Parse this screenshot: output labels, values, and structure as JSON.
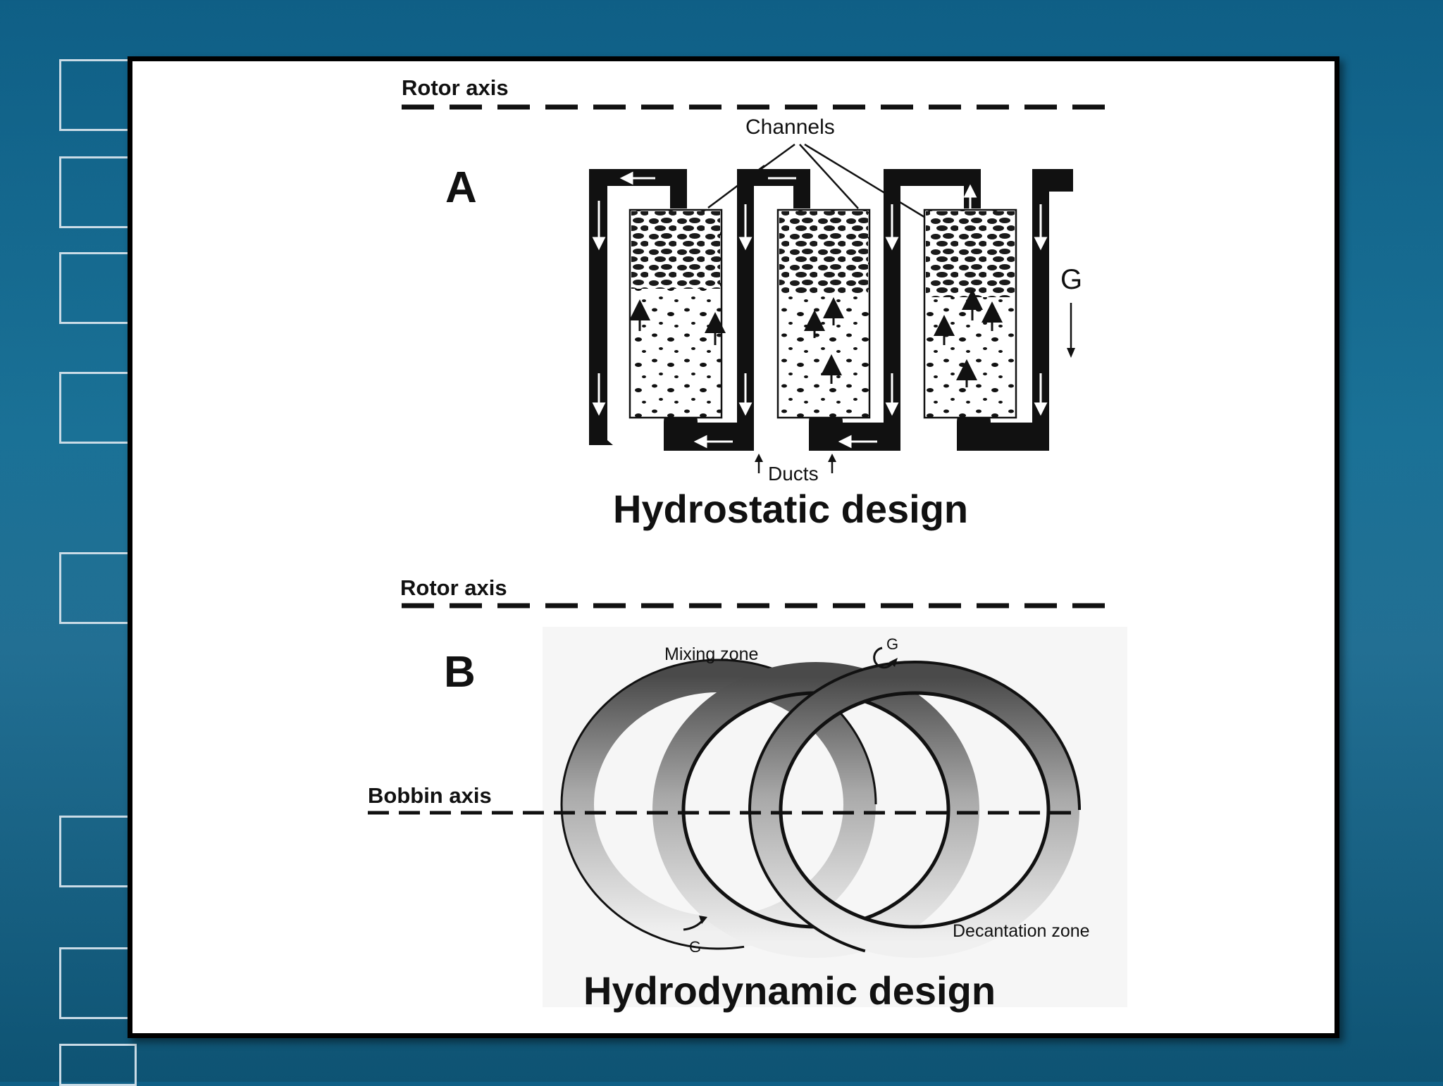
{
  "panel_a": {
    "letter": "A",
    "axis_label": "Rotor axis",
    "channels_label": "Channels",
    "ducts_label": "Ducts",
    "gravity_label": "G",
    "title": "Hydrostatic design"
  },
  "panel_b": {
    "letter": "B",
    "axis_label": "Rotor axis",
    "bobbin_axis_label": "Bobbin axis",
    "mixing_zone_label": "Mixing zone",
    "decantation_zone_label": "Decantation zone",
    "gravity_label_top": "G",
    "gravity_label_bottom": "G",
    "title": "Hydrodynamic design"
  },
  "colors": {
    "background": "#1a7196",
    "slide": "#ffffff",
    "ink": "#111111"
  }
}
